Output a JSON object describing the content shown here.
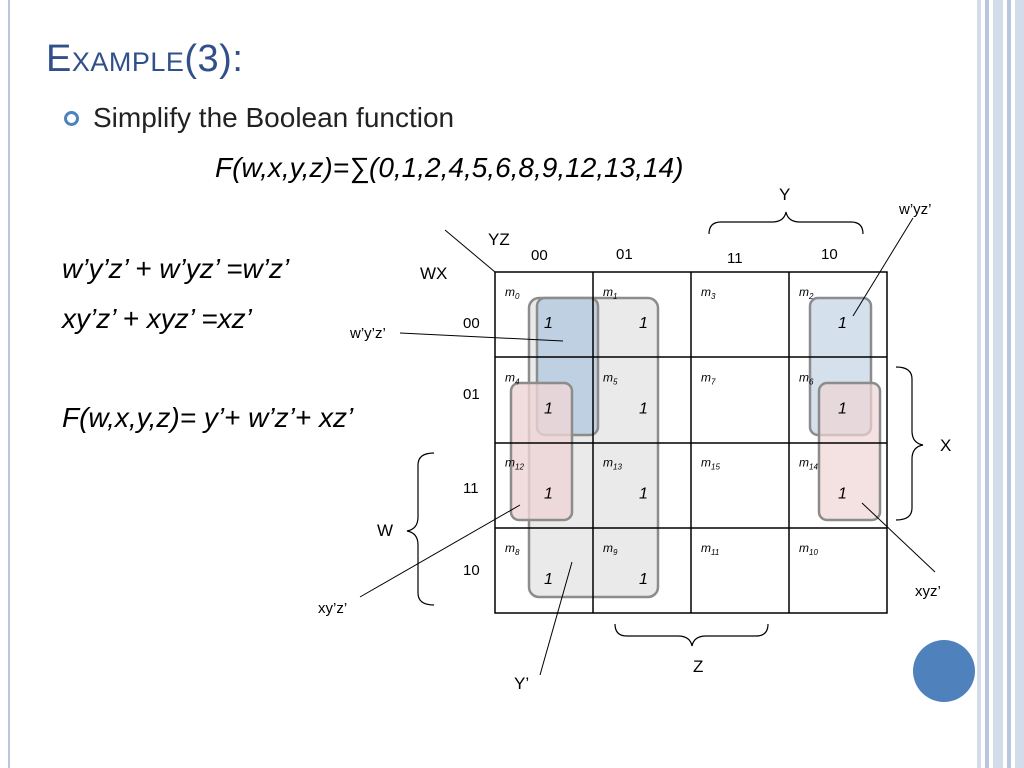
{
  "slide": {
    "title": "Example(3):",
    "bullet": "Simplify the Boolean function",
    "function": "F(w,x,y,z)=∑(0,1,2,4,5,6,8,9,12,13,14)",
    "equations": [
      "w’y’z’ + w’yz’ =w’z’",
      "xy’z’ + xyz’ =xz’",
      "F(w,x,y,z)= y’+ w’z’+ xz’"
    ]
  },
  "kmap": {
    "row_var": "WX",
    "col_var": "YZ",
    "col_labels": [
      "00",
      "01",
      "11",
      "10"
    ],
    "row_labels": [
      "00",
      "01",
      "11",
      "10"
    ],
    "cells": [
      [
        {
          "m": "m",
          "sub": "0",
          "v": "1"
        },
        {
          "m": "m",
          "sub": "1",
          "v": "1"
        },
        {
          "m": "m",
          "sub": "3",
          "v": ""
        },
        {
          "m": "m",
          "sub": "2",
          "v": "1"
        }
      ],
      [
        {
          "m": "m",
          "sub": "4",
          "v": "1"
        },
        {
          "m": "m",
          "sub": "5",
          "v": "1"
        },
        {
          "m": "m",
          "sub": "7",
          "v": ""
        },
        {
          "m": "m",
          "sub": "6",
          "v": "1"
        }
      ],
      [
        {
          "m": "m",
          "sub": "12",
          "v": "1"
        },
        {
          "m": "m",
          "sub": "13",
          "v": "1"
        },
        {
          "m": "m",
          "sub": "15",
          "v": ""
        },
        {
          "m": "m",
          "sub": "14",
          "v": "1"
        }
      ],
      [
        {
          "m": "m",
          "sub": "8",
          "v": "1"
        },
        {
          "m": "m",
          "sub": "9",
          "v": "1"
        },
        {
          "m": "m",
          "sub": "11",
          "v": ""
        },
        {
          "m": "m",
          "sub": "10",
          "v": ""
        }
      ]
    ],
    "brace_labels": {
      "y": "Y",
      "x": "X",
      "w": "W",
      "z": "Z"
    },
    "group_labels": {
      "wyz": "w’yz’",
      "wyzp": "w’y’z’",
      "xyz_left": "xy’z’",
      "xyz_right": "xyz’",
      "yp": "Y’"
    }
  },
  "colors": {
    "title": "#30508a",
    "bullet": "#4f81bd",
    "group_blue": "#b7cbe0",
    "group_pink": "#efd4d6",
    "group_grey": "#e6e6e6",
    "group_stroke": "#8c8c8c",
    "stripe_light": "#d3dcea",
    "stripe_mid": "#b8c7de",
    "deco_circle": "#4f81bd"
  }
}
